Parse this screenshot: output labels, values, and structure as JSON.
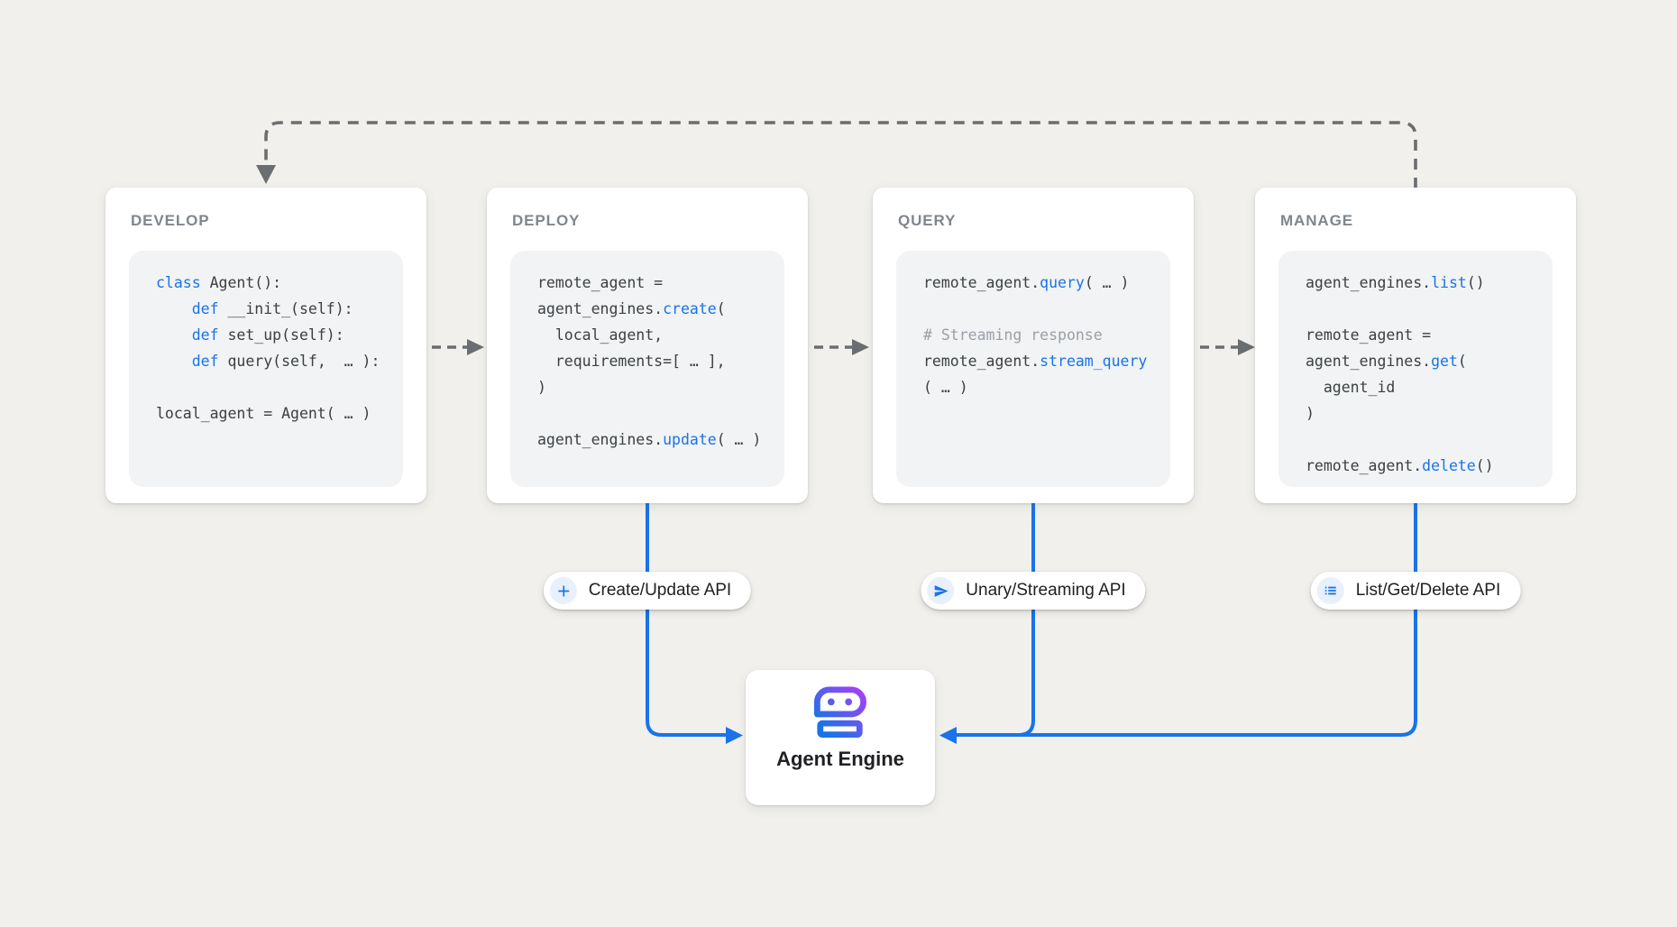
{
  "colors": {
    "background": "#F1F0EC",
    "card_bg": "#FFFFFF",
    "code_block_bg": "#F1F3F4",
    "card_title_gray": "#80868B",
    "code_text": "#3C4043",
    "code_keyword_blue": "#1A73E8",
    "code_comment_gray": "#9AA0A6",
    "connector_gray": "#6A6E71",
    "connector_blue": "#1A73E8",
    "pill_icon_bg": "#E8F0FE",
    "robot_gradient_blue": "#1A73E8",
    "robot_gradient_purple": "#A142F4"
  },
  "cards": [
    {
      "title": "DEVELOP",
      "code": [
        [
          {
            "t": "class ",
            "c": "k"
          },
          {
            "t": "Agent():",
            "c": "p"
          }
        ],
        [
          {
            "t": "    ",
            "c": "p"
          },
          {
            "t": "def ",
            "c": "k"
          },
          {
            "t": "__init_(self):",
            "c": "p"
          }
        ],
        [
          {
            "t": "    ",
            "c": "p"
          },
          {
            "t": "def ",
            "c": "k"
          },
          {
            "t": "set_up(self):",
            "c": "p"
          }
        ],
        [
          {
            "t": "    ",
            "c": "p"
          },
          {
            "t": "def ",
            "c": "k"
          },
          {
            "t": "query(self,  … ):",
            "c": "p"
          }
        ],
        [],
        [
          {
            "t": "local_agent = Agent( … )",
            "c": "p"
          }
        ]
      ]
    },
    {
      "title": "DEPLOY",
      "code": [
        [
          {
            "t": "remote_agent =",
            "c": "p"
          }
        ],
        [
          {
            "t": "agent_engines.",
            "c": "p"
          },
          {
            "t": "create",
            "c": "k"
          },
          {
            "t": "(",
            "c": "p"
          }
        ],
        [
          {
            "t": "  local_agent,",
            "c": "p"
          }
        ],
        [
          {
            "t": "  requirements=[ … ],",
            "c": "p"
          }
        ],
        [
          {
            "t": ")",
            "c": "p"
          }
        ],
        [],
        [
          {
            "t": "agent_engines.",
            "c": "p"
          },
          {
            "t": "update",
            "c": "k"
          },
          {
            "t": "( … )",
            "c": "p"
          }
        ]
      ]
    },
    {
      "title": "QUERY",
      "code": [
        [
          {
            "t": "remote_agent.",
            "c": "p"
          },
          {
            "t": "query",
            "c": "k"
          },
          {
            "t": "( … )",
            "c": "p"
          }
        ],
        [],
        [
          {
            "t": "# Streaming response",
            "c": "c"
          }
        ],
        [
          {
            "t": "remote_agent.",
            "c": "p"
          },
          {
            "t": "stream_query",
            "c": "k"
          }
        ],
        [
          {
            "t": "( … )",
            "c": "p"
          }
        ]
      ]
    },
    {
      "title": "MANAGE",
      "code": [
        [
          {
            "t": "agent_engines.",
            "c": "p"
          },
          {
            "t": "list",
            "c": "k"
          },
          {
            "t": "()",
            "c": "p"
          }
        ],
        [],
        [
          {
            "t": "remote_agent =",
            "c": "p"
          }
        ],
        [
          {
            "t": "agent_engines.",
            "c": "p"
          },
          {
            "t": "get",
            "c": "k"
          },
          {
            "t": "(",
            "c": "p"
          }
        ],
        [
          {
            "t": "  agent_id",
            "c": "p"
          }
        ],
        [
          {
            "t": ")",
            "c": "p"
          }
        ],
        [],
        [
          {
            "t": "remote_agent.",
            "c": "p"
          },
          {
            "t": "delete",
            "c": "k"
          },
          {
            "t": "()",
            "c": "p"
          }
        ]
      ]
    }
  ],
  "pills": [
    {
      "label": "Create/Update API",
      "icon": "plus-icon"
    },
    {
      "label": "Unary/Streaming API",
      "icon": "send-icon"
    },
    {
      "label": "List/Get/Delete API",
      "icon": "list-icon"
    }
  ],
  "engine": {
    "label": "Agent Engine",
    "icon": "robot-icon"
  }
}
